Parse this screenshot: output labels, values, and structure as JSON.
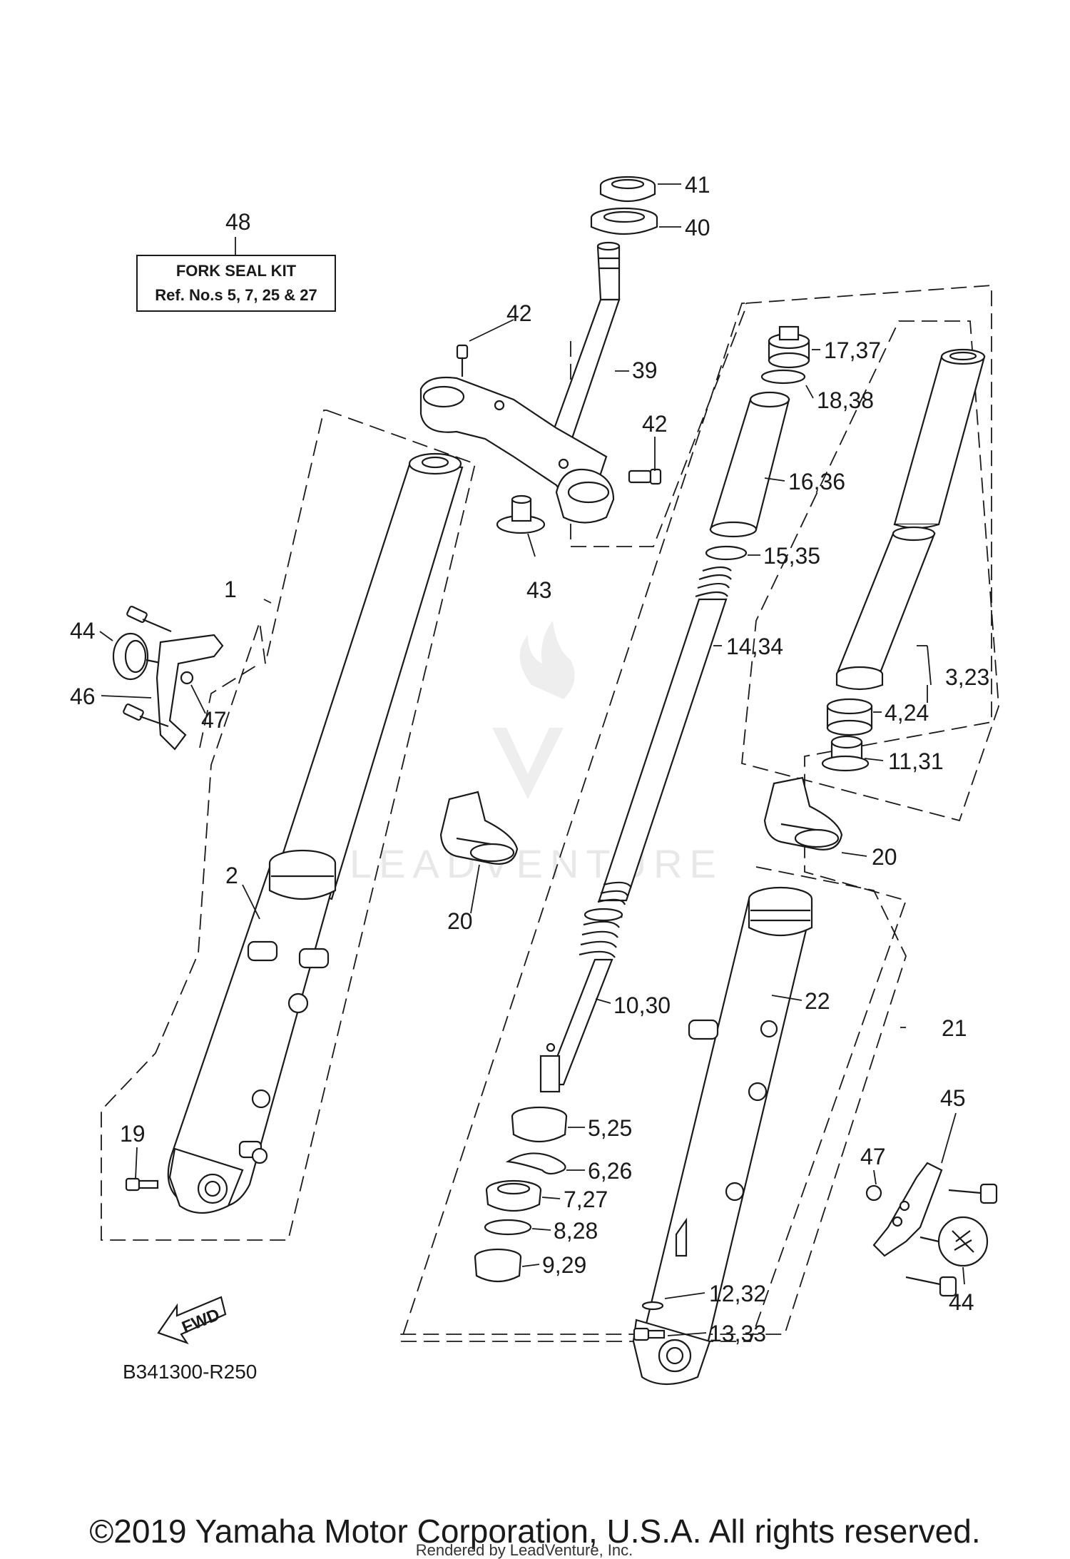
{
  "diagram": {
    "kit_box": {
      "number": "48",
      "title": "FORK SEAL KIT",
      "subtitle": "Ref. No.s 5, 7, 25 & 27"
    },
    "callouts": [
      "41",
      "40",
      "42",
      "39",
      "42",
      "43",
      "17,37",
      "18,38",
      "16,36",
      "15,35",
      "14,34",
      "3,23",
      "4,24",
      "11,31",
      "1",
      "44",
      "46",
      "47",
      "2",
      "20",
      "20",
      "10,30",
      "22",
      "21",
      "5,25",
      "6,26",
      "7,27",
      "8,28",
      "9,29",
      "12,32",
      "13,33",
      "19",
      "45",
      "47",
      "44"
    ],
    "fwd_label": "FWD",
    "diagram_code": "B341300-R250"
  },
  "watermark": {
    "text": "LEADVENTURE"
  },
  "footer": {
    "copyright": "©2019 Yamaha Motor Corporation, U.S.A. All rights reserved.",
    "rendered_by": "Rendered by LeadVenture, Inc."
  }
}
